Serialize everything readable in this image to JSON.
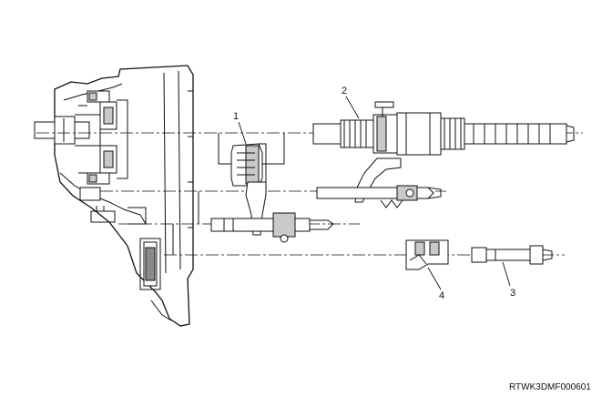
{
  "callouts": [
    {
      "id": "1",
      "label": "1"
    },
    {
      "id": "2",
      "label": "2"
    },
    {
      "id": "3",
      "label": "3"
    },
    {
      "id": "4",
      "label": "4"
    }
  ],
  "figure_code": "RTWK3DMF000601",
  "colors": {
    "line": "#111111",
    "background": "#ffffff",
    "shade": "#c9c9c9"
  }
}
